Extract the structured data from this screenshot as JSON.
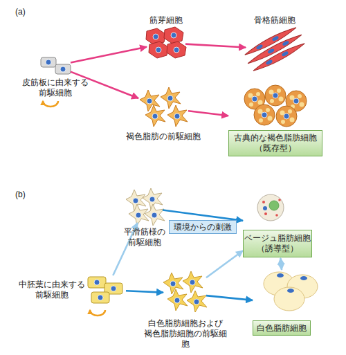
{
  "diagram": {
    "nodes": [
      {
        "text": [
          "皮筋板に由来する 前駆細胞"
        ]
      },
      {
        "text": [
          "筋芽細胞"
        ]
      },
      {
        "text": [
          "骨格筋細胞"
        ]
      },
      {
        "text": [
          "褐色脂肪の前駆細胞"
        ]
      },
      {
        "text": [
          "古典的な褐色脂肪細胞 （既存型）"
        ]
      },
      {
        "text": [
          "平滑筋様の 前駆細胞"
        ]
      },
      {
        "text": [
          "ベージュ脂肪細胞 （誘導型）"
        ]
      },
      {
        "text": [
          "中胚葉に由来する 前駆細胞"
        ]
      },
      {
        "text": [
          "白色脂肪細胞および 褐色脂肪細胞の前駆細胞"
        ]
      },
      {
        "text": [
          "白色脂肪細胞"
        ]
      }
    ],
    "edges": [
      {
        "from": 0,
        "to": 1,
        "arrow": "to"
      },
      {
        "from": 0,
        "to": 3,
        "arrow": "to"
      },
      {
        "from": 1,
        "to": 2,
        "arrow": "to"
      },
      {
        "from": 3,
        "to": 4,
        "arrow": "to"
      },
      {
        "from": 7,
        "to": 5,
        "arrow": "to"
      },
      {
        "from": 5,
        "to": 6,
        "label": "環境からの刺激",
        "arrow": "to"
      },
      {
        "from": 7,
        "to": 8,
        "arrow": "to"
      },
      {
        "from": 8,
        "to": 6,
        "arrow": "to"
      },
      {
        "from": 8,
        "to": 9,
        "arrow": "to"
      },
      {
        "from": 6,
        "to": 9,
        "arrow": "both"
      }
    ],
    "labels": [
      "(a)",
      "(b)"
    ]
  }
}
